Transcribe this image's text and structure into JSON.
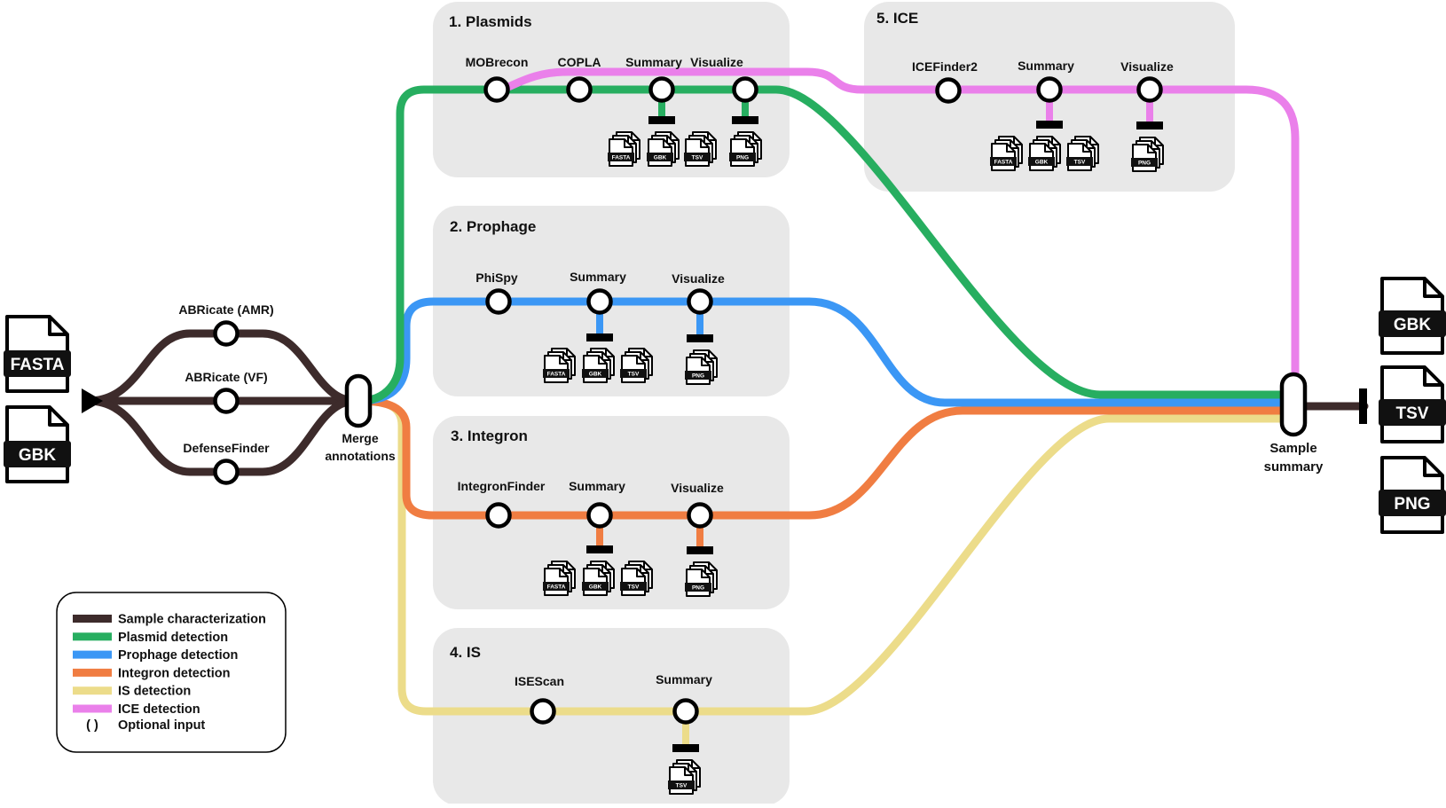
{
  "colors": {
    "sample": "#3d2b2b",
    "plasmid": "#27ae60",
    "prophage": "#3b97f5",
    "integron": "#f07d42",
    "is": "#ecdc8a",
    "ice": "#ea80ea",
    "panel_bg": "#e8e8e8"
  },
  "inputs": [
    "FASTA",
    "GBK"
  ],
  "outputs": [
    "GBK",
    "TSV",
    "PNG"
  ],
  "characterization_steps": [
    "ABRicate (AMR)",
    "ABRicate (VF)",
    "DefenseFinder"
  ],
  "merge_label": [
    "Merge",
    "annotations"
  ],
  "summary_label": [
    "Sample",
    "summary"
  ],
  "panels": {
    "plasmids": {
      "title": "1. Plasmids",
      "steps": [
        "MOBrecon",
        "COPLA",
        "Summary",
        "Visualize"
      ],
      "summary_files": [
        "FASTA",
        "GBK",
        "TSV"
      ],
      "visualize_files": [
        "PNG"
      ]
    },
    "prophage": {
      "title": "2. Prophage",
      "steps": [
        "PhiSpy",
        "Summary",
        "Visualize"
      ],
      "summary_files": [
        "FASTA",
        "GBK",
        "TSV"
      ],
      "visualize_files": [
        "PNG"
      ]
    },
    "integron": {
      "title": "3. Integron",
      "steps": [
        "IntegronFinder",
        "Summary",
        "Visualize"
      ],
      "summary_files": [
        "FASTA",
        "GBK",
        "TSV"
      ],
      "visualize_files": [
        "PNG"
      ]
    },
    "is": {
      "title": "4. IS",
      "steps": [
        "ISEScan",
        "Summary"
      ],
      "summary_files": [
        "TSV"
      ]
    },
    "ice": {
      "title": "5. ICE",
      "steps": [
        "ICEFinder2",
        "Summary",
        "Visualize"
      ],
      "summary_files": [
        "FASTA",
        "GBK",
        "TSV"
      ],
      "visualize_files": [
        "PNG"
      ]
    }
  },
  "legend": [
    {
      "label": "Sample characterization",
      "color": "#3d2b2b"
    },
    {
      "label": "Plasmid detection",
      "color": "#27ae60"
    },
    {
      "label": "Prophage detection",
      "color": "#3b97f5"
    },
    {
      "label": "Integron detection",
      "color": "#f07d42"
    },
    {
      "label": "IS detection",
      "color": "#ecdc8a"
    },
    {
      "label": "ICE detection",
      "color": "#ea80ea"
    }
  ],
  "legend_optional": {
    "symbol": "( )",
    "label": "Optional input"
  }
}
